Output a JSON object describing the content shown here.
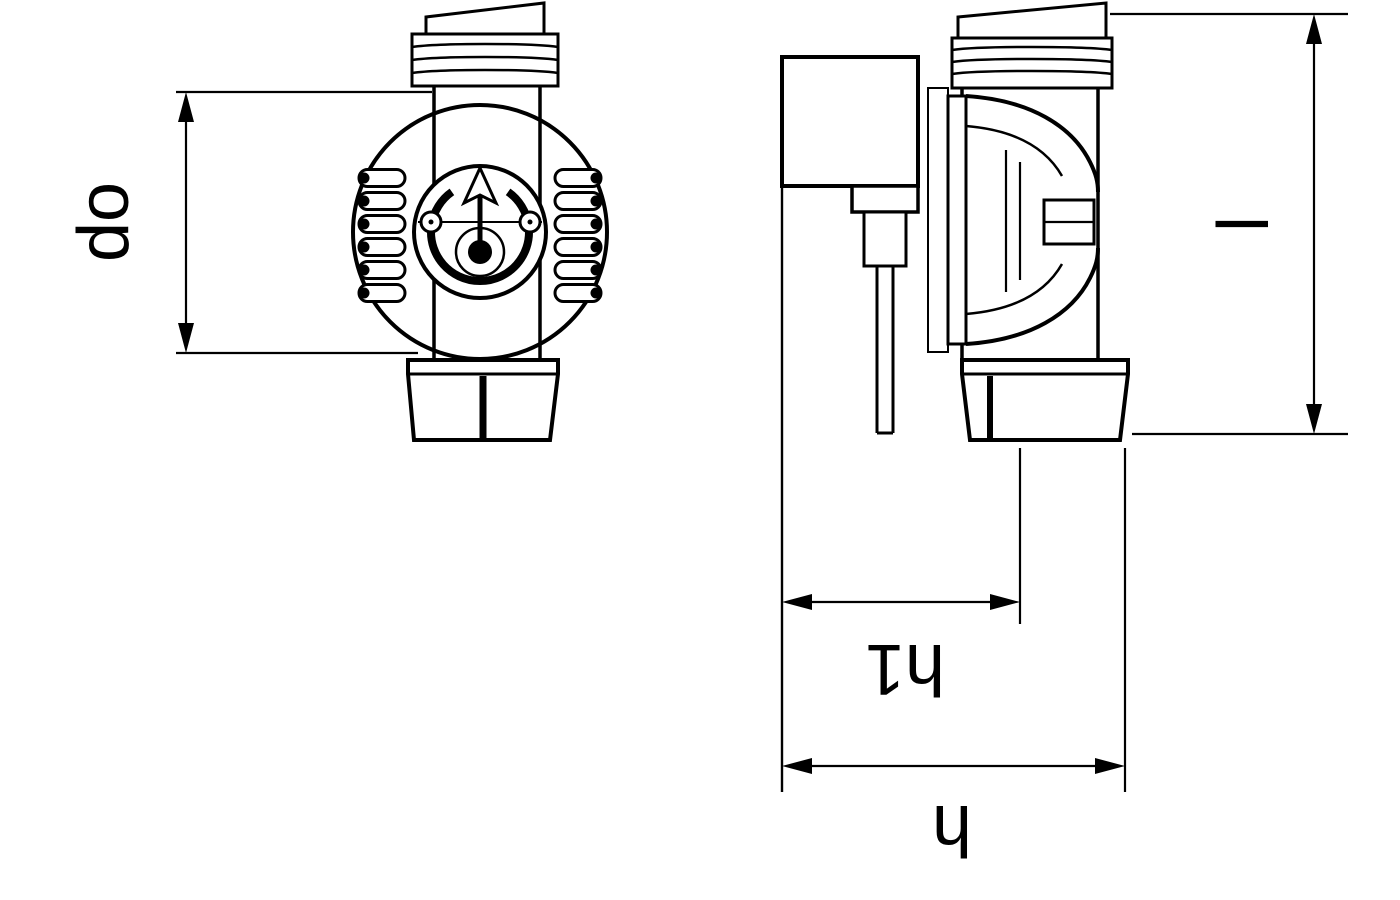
{
  "diagram": {
    "type": "technical-drawing",
    "dimension_labels": {
      "do": "do",
      "l": "l",
      "h1": "h1",
      "h": "h"
    },
    "colors": {
      "line": "#000000",
      "background": "#ffffff"
    }
  }
}
